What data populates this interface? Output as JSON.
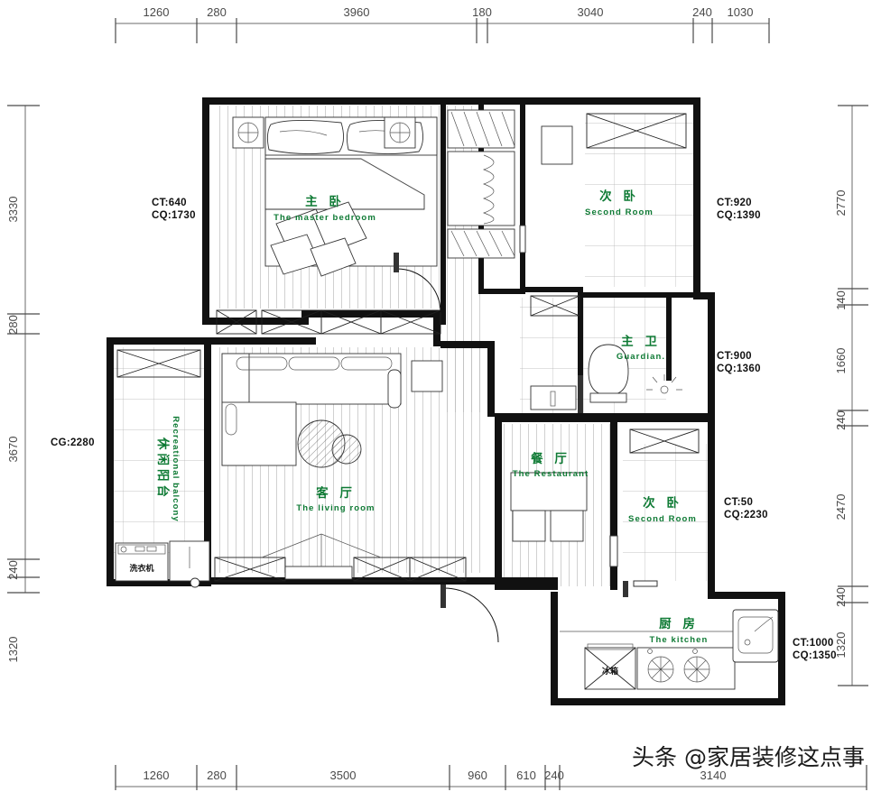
{
  "drawing": {
    "title": "Residential floor plan",
    "watermark": "头条 @家居装修这点事",
    "accent_color": "#0e7a34",
    "line_color": "#111111",
    "dim_color": "#4a4a4a"
  },
  "dimensions": {
    "top": [
      "1260",
      "280",
      "3960",
      "180",
      "3040",
      "240",
      "1030"
    ],
    "bottom": [
      "1260",
      "280",
      "3500",
      "960",
      "610",
      "240",
      "3140"
    ],
    "left": [
      "3330",
      "280",
      "3670",
      "240",
      "1320"
    ],
    "right": [
      "2770",
      "140",
      "1660",
      "240",
      "2470",
      "240",
      "1320"
    ]
  },
  "rooms": [
    {
      "id": "master-bedroom",
      "cn": "主 卧",
      "en": "The master bedroom",
      "ct": "CT:640",
      "cg": "CQ:1730"
    },
    {
      "id": "second-room-upper",
      "cn": "次 卧",
      "en": "Second Room",
      "ct": "CT:920",
      "cg": "CQ:1390"
    },
    {
      "id": "master-bathroom",
      "cn": "主 卫",
      "en": "Guardian.",
      "ct": "CT:900",
      "cg": "CQ:1360"
    },
    {
      "id": "restaurant",
      "cn": "餐 厅",
      "en": "The Restaurant",
      "ct": "",
      "cg": ""
    },
    {
      "id": "second-room-lower",
      "cn": "次 卧",
      "en": "Second Room",
      "ct": "CT:50",
      "cg": "CQ:2230"
    },
    {
      "id": "living-room",
      "cn": "客 厅",
      "en": "The living room",
      "ct": "",
      "cg": ""
    },
    {
      "id": "balcony",
      "cn": "休闲阳台",
      "en": "Recreational balcony",
      "ct": "",
      "cg": "CG:2280"
    },
    {
      "id": "kitchen",
      "cn": "厨 房",
      "en": "The kitchen",
      "ct": "CT:1000",
      "cg": "CQ:1350"
    }
  ],
  "appliances": [
    {
      "id": "washing-machine",
      "cn": "洗衣机"
    },
    {
      "id": "refrigerator",
      "cn": "冰箱"
    }
  ],
  "labels": {
    "master_bedroom_cn": "主 卧",
    "master_bedroom_en": "The master bedroom",
    "master_bedroom_ct": "CT:640",
    "master_bedroom_cg": "CQ:1730",
    "second_upper_cn": "次 卧",
    "second_upper_en": "Second Room",
    "second_upper_ct": "CT:920",
    "second_upper_cg": "CQ:1390",
    "bath_cn": "主 卫",
    "bath_en": "Guardian.",
    "bath_ct": "CT:900",
    "bath_cg": "CQ:1360",
    "restaurant_cn": "餐 厅",
    "restaurant_en": "The Restaurant",
    "second_lower_cn": "次 卧",
    "second_lower_en": "Second Room",
    "second_lower_ct": "CT:50",
    "second_lower_cg": "CQ:2230",
    "living_cn": "客 厅",
    "living_en": "The living room",
    "balcony_cn": "休闲阳台",
    "balcony_en": "Recreational balcony",
    "balcony_cg": "CG:2280",
    "kitchen_cn": "厨 房",
    "kitchen_en": "The kitchen",
    "kitchen_ct": "CT:1000",
    "kitchen_cg": "CQ:1350",
    "washing_machine": "洗衣机",
    "refrigerator": "冰箱",
    "watermark": "头条 @家居装修这点事"
  },
  "dim_top": {
    "d0": "1260",
    "d1": "280",
    "d2": "3960",
    "d3": "180",
    "d4": "3040",
    "d5": "240",
    "d6": "1030"
  },
  "dim_bottom": {
    "d0": "1260",
    "d1": "280",
    "d2": "3500",
    "d3": "960",
    "d4": "610",
    "d5": "240",
    "d6": "3140"
  },
  "dim_left": {
    "d0": "3330",
    "d1": "280",
    "d2": "3670",
    "d3": "240",
    "d4": "1320"
  },
  "dim_right": {
    "d0": "2770",
    "d1": "140",
    "d2": "1660",
    "d3": "240",
    "d4": "2470",
    "d5": "240",
    "d6": "1320"
  }
}
